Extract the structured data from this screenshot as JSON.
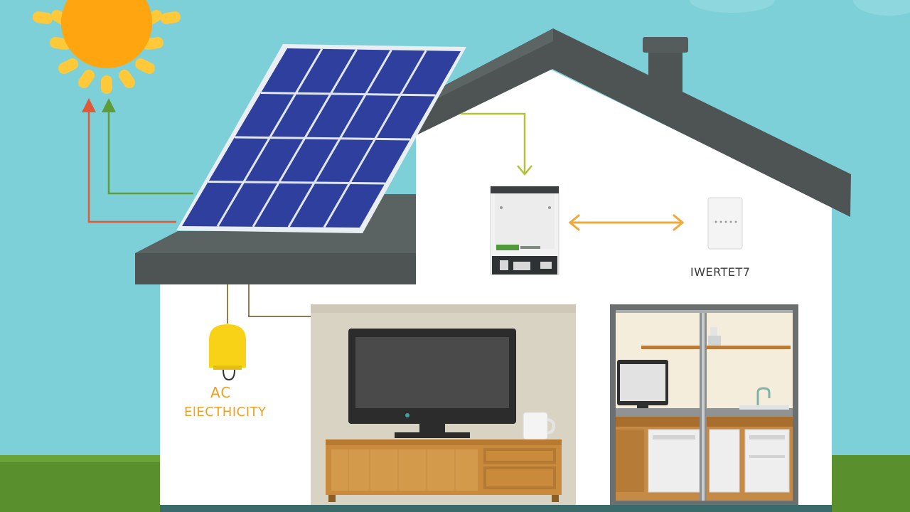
{
  "labels": {
    "ac": "AC",
    "electricity": "ElECTHICITY",
    "inverter": "IWERTET7"
  },
  "colors": {
    "sky": "#7dd0d8",
    "grass": "#5a8f2e",
    "sun": "#ffa510",
    "sun_rays": "#ffc93a",
    "roof": "#4e5454",
    "house_wall": "#ffffff",
    "solar_cell": "#2f3f9e",
    "wire_red": "#e05a3a",
    "wire_green": "#5e9c3a",
    "wire_yellow_green": "#b3c234",
    "arrow_orange": "#f0a83a",
    "ac_label": "#f0a020",
    "plug": "#f7d217",
    "cabinet_wood": "#c98a3c",
    "tv_screen": "#4a4a4a"
  },
  "icons": {
    "sun": "sun-icon",
    "solar_panel": "solar-panel-icon",
    "inverter_unit": "inverter-icon",
    "meter": "meter-icon",
    "plug": "plug-icon",
    "tv": "tv-icon",
    "mug": "mug-icon"
  }
}
